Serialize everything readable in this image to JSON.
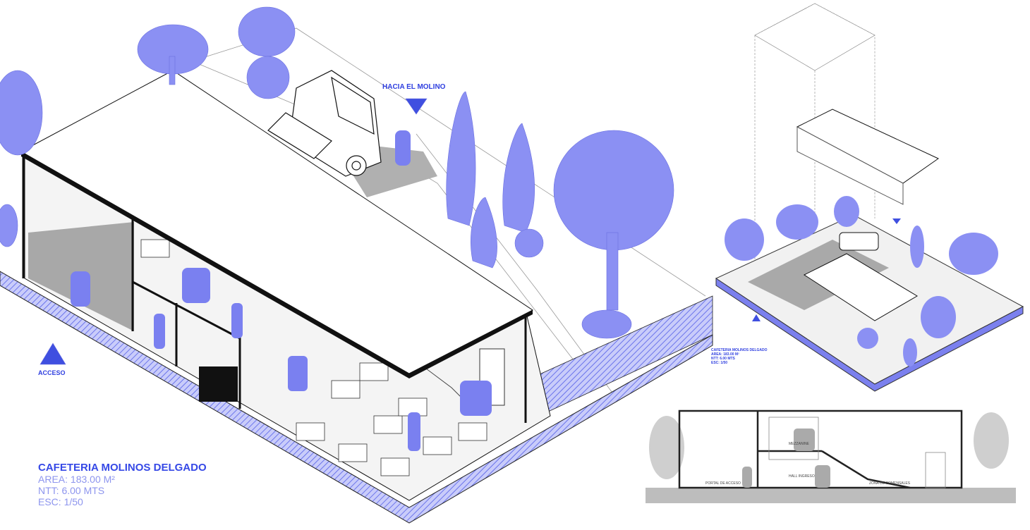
{
  "main_axonometric": {
    "title": "CAFETERIA MOLINOS DELGADO",
    "area": "AREA: 183.00 M²",
    "height": "NTT: 6.00 MTS",
    "scale": "ESC: 1/50",
    "label_access": "ACCESO",
    "label_mill": "HACIA EL MOLINO"
  },
  "secondary_axonometric": {
    "title": "CAFETERIA MOLINOS DELGADO",
    "area": "AREA: 183.00 M²",
    "height": "NTT: 6.00 MTS",
    "scale": "ESC: 1/50"
  },
  "section": {
    "labels": [
      "PORTAL DE ACCESO",
      "HALL INGRESO",
      "ZONA DE COMENSALES",
      "MEZZANINE"
    ]
  },
  "colors": {
    "vegetation": "#8b90f3",
    "text_accent": "#2f3fe0",
    "line": "#111111",
    "section_gray": "#bdbdbd"
  }
}
